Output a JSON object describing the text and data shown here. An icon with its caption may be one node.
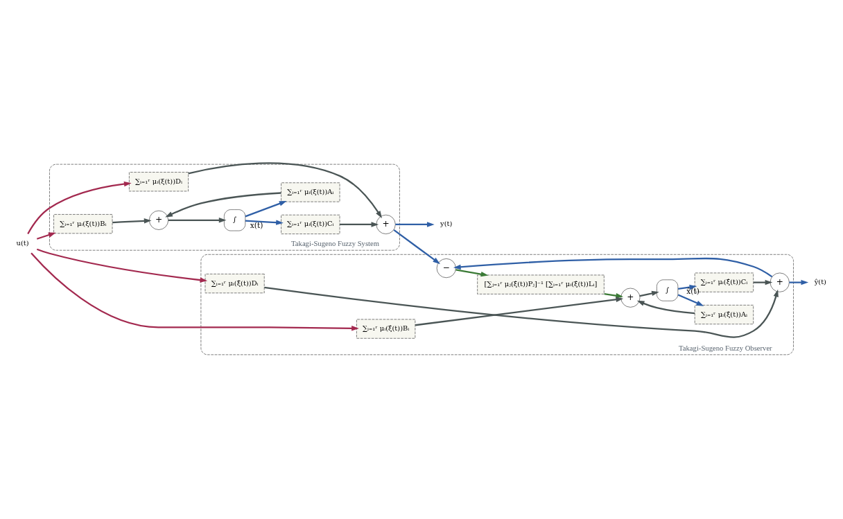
{
  "diagram": {
    "nodes": [
      {
        "text": [
          "Takagi-Sugeno Fuzzy System"
        ]
      },
      {
        "text": [
          "∑ᵢ₌₁ʳ μᵢ(ξ(t))Dᵢ"
        ],
        "in": 0
      },
      {
        "text": [
          "∑ᵢ₌₁ʳ μᵢ(ξ(t))Bᵢ"
        ],
        "in": 0
      },
      {
        "text": [
          "+"
        ],
        "in": 0
      },
      {
        "text": [
          "∫"
        ],
        "in": 0
      },
      {
        "text": [
          "∑ᵢ₌₁ʳ μᵢ(ξ(t))Cᵢ"
        ],
        "in": 0
      },
      {
        "text": [
          "+"
        ],
        "in": 0
      },
      {
        "text": [
          "∑ᵢ₌₁ʳ μᵢ(ξ(t))Aᵢ"
        ],
        "in": 0
      },
      {
        "text": [
          "Takagi-Sugeno Fuzzy Observer"
        ]
      },
      {
        "text": [
          "[∑ⱼ₌₁ʳ μⱼ(ξ̂(t))Pⱼ]⁻¹ [∑ᵢ₌₁ʳ μᵢ(ξ̂(t))Lᵢ]"
        ],
        "in": 8
      },
      {
        "text": [
          "−"
        ],
        "in": 8
      },
      {
        "text": [
          "∑ᵢ₌₁ʳ μᵢ(ξ̂(t))Dᵢ"
        ],
        "in": 8
      },
      {
        "text": [
          "∑ᵢ₌₁ʳ μᵢ(ξ̂(t))Bᵢ"
        ],
        "in": 8
      },
      {
        "text": [
          "+"
        ],
        "in": 8
      },
      {
        "text": [
          "∫"
        ],
        "in": 8
      },
      {
        "text": [
          "∑ᵢ₌₁ʳ μᵢ(ξ̂(t))Cᵢ"
        ],
        "in": 8
      },
      {
        "text": [
          "+"
        ],
        "in": 8
      },
      {
        "text": [
          "∑ᵢ₌₁ʳ μᵢ(ξ̂(t))Aᵢ"
        ],
        "in": 8
      },
      {
        "text": [
          "u(t)"
        ]
      },
      {
        "text": [
          "y(t)"
        ]
      },
      {
        "text": [
          "ŷ(t)"
        ]
      }
    ],
    "edges": [
      {
        "from": 18,
        "to": 1,
        "arrow": "to",
        "color": "#a3294f"
      },
      {
        "from": 18,
        "to": 2,
        "arrow": "to",
        "color": "#a3294f"
      },
      {
        "from": 18,
        "to": 11,
        "arrow": "to",
        "color": "#a3294f"
      },
      {
        "from": 18,
        "to": 12,
        "arrow": "to",
        "color": "#a3294f"
      },
      {
        "from": 1,
        "to": 6,
        "arrow": "to"
      },
      {
        "from": 2,
        "to": 3,
        "arrow": "to"
      },
      {
        "from": 3,
        "to": 4,
        "arrow": "to"
      },
      {
        "from": 4,
        "to": 5,
        "arrow": "to",
        "label": "x(t)",
        "color": "#2f5fa6"
      },
      {
        "from": 4,
        "to": 7,
        "arrow": "to",
        "color": "#2f5fa6"
      },
      {
        "from": 7,
        "to": 3,
        "arrow": "to"
      },
      {
        "from": 5,
        "to": 6,
        "arrow": "to"
      },
      {
        "from": 6,
        "to": 19,
        "arrow": "to",
        "color": "#2f5fa6"
      },
      {
        "from": 6,
        "to": 10,
        "arrow": "to",
        "color": "#2f5fa6"
      },
      {
        "from": 10,
        "to": 9,
        "arrow": "to",
        "color": "#3a7a35"
      },
      {
        "from": 9,
        "to": 13,
        "arrow": "to",
        "color": "#3a7a35"
      },
      {
        "from": 11,
        "to": 16,
        "arrow": "to"
      },
      {
        "from": 12,
        "to": 13,
        "arrow": "to"
      },
      {
        "from": 13,
        "to": 14,
        "arrow": "to"
      },
      {
        "from": 14,
        "to": 15,
        "arrow": "to",
        "label": "x̂(t)",
        "color": "#2f5fa6"
      },
      {
        "from": 14,
        "to": 17,
        "arrow": "to",
        "color": "#2f5fa6"
      },
      {
        "from": 17,
        "to": 13,
        "arrow": "to"
      },
      {
        "from": 15,
        "to": 16,
        "arrow": "to"
      },
      {
        "from": 16,
        "to": 20,
        "arrow": "to",
        "color": "#2f5fa6"
      },
      {
        "from": 16,
        "to": 10,
        "arrow": "to",
        "color": "#2f5fa6"
      }
    ]
  }
}
